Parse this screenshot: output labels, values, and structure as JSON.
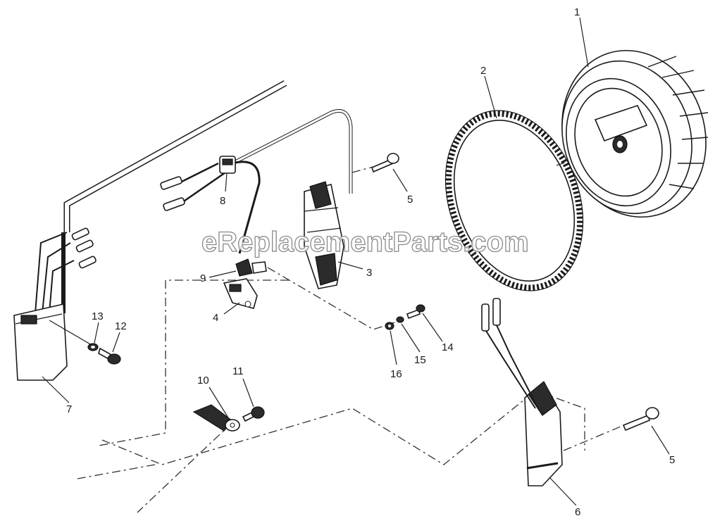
{
  "watermark": "eReplacementParts.com",
  "callouts": {
    "c1": "1",
    "c2": "2",
    "c3": "3",
    "c4": "4",
    "c5a": "5",
    "c5b": "5",
    "c6": "6",
    "c7": "7",
    "c8": "8",
    "c9": "9",
    "c10": "10",
    "c11": "11",
    "c12": "12",
    "c13": "13",
    "c14": "14",
    "c15": "15",
    "c16": "16"
  }
}
